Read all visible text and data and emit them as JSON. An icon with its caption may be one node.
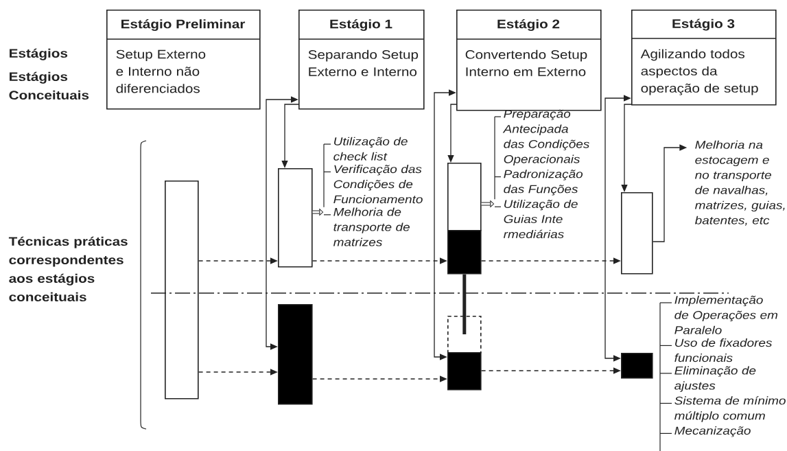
{
  "diagram": {
    "nodes": [
      {
        "text": [
          "Estágio Preliminar",
          "Setup Externo e Interno não diferenciados"
        ]
      },
      {
        "text": [
          "Estágio 1",
          "Separando Setup Externo e Interno"
        ]
      },
      {
        "text": [
          "Estágio 2",
          "Convertendo Setup Interno em Externo"
        ]
      },
      {
        "text": [
          "Estágio 3",
          "Agilizando todos aspectos da operação de setup"
        ]
      },
      {
        "text": [],
        "shape": "bar"
      },
      {
        "text": [],
        "shape": "bar"
      },
      {
        "text": [],
        "shape": "bar"
      },
      {
        "text": [],
        "shape": "bar"
      },
      {
        "text": [],
        "shape": "bar"
      },
      {
        "text": [],
        "shape": "box"
      },
      {
        "text": [],
        "shape": "bar"
      },
      {
        "text": [],
        "shape": "bar"
      },
      {
        "text": [],
        "shape": "bar"
      },
      {
        "text": [
          "Utilização de check list",
          "Verificação das Condições de Funcionamento",
          "Melhoria de transporte de matrizes"
        ]
      },
      {
        "text": [
          "Preparação Antecipada das Condições Operacionais",
          "Padronização das Funções",
          "Utilização de Guias Inte rmediárias"
        ]
      },
      {
        "text": [
          "Melhoria na estocagem e no transporte de navalhas, matrizes, guias, batentes, etc"
        ]
      },
      {
        "text": [
          "Implementação de Operações em Paralelo",
          "Uso de fixadores funcionais",
          "Eliminação de ajustes",
          "Sistema de mínimo múltiplo comum",
          "Mecanização"
        ]
      }
    ],
    "edges": [
      {
        "from": 1,
        "to": 5,
        "arrow": "to"
      },
      {
        "from": 1,
        "to": 6,
        "arrow": "both"
      },
      {
        "from": 4,
        "to": 5,
        "arrow": "to",
        "style": "dashed"
      },
      {
        "from": 4,
        "to": 6,
        "arrow": "to",
        "style": "dashed"
      },
      {
        "from": 5,
        "to": 8,
        "arrow": "to",
        "style": "dashed"
      },
      {
        "from": 6,
        "to": 10,
        "arrow": "to",
        "style": "dashed"
      },
      {
        "from": 5,
        "to": 13,
        "arrow": "to",
        "style": "thick"
      },
      {
        "from": 2,
        "to": 7,
        "arrow": "to"
      },
      {
        "from": 2,
        "to": 10,
        "arrow": "both"
      },
      {
        "from": 8,
        "to": 11,
        "arrow": "to",
        "style": "dashed"
      },
      {
        "from": 10,
        "to": 12,
        "arrow": "to",
        "style": "dashed"
      },
      {
        "from": 8,
        "to": 9,
        "arrow": "none",
        "style": "thick"
      },
      {
        "from": 7,
        "to": 14,
        "arrow": "to",
        "style": "thick"
      },
      {
        "from": 3,
        "to": 11,
        "arrow": "to"
      },
      {
        "from": 3,
        "to": 12,
        "arrow": "both"
      },
      {
        "from": 11,
        "to": 15,
        "arrow": "to"
      }
    ],
    "labels": [
      "Estágios",
      "Estágios Conceituais",
      "Técnicas práticas correspondentes aos estágios conceituais"
    ]
  }
}
